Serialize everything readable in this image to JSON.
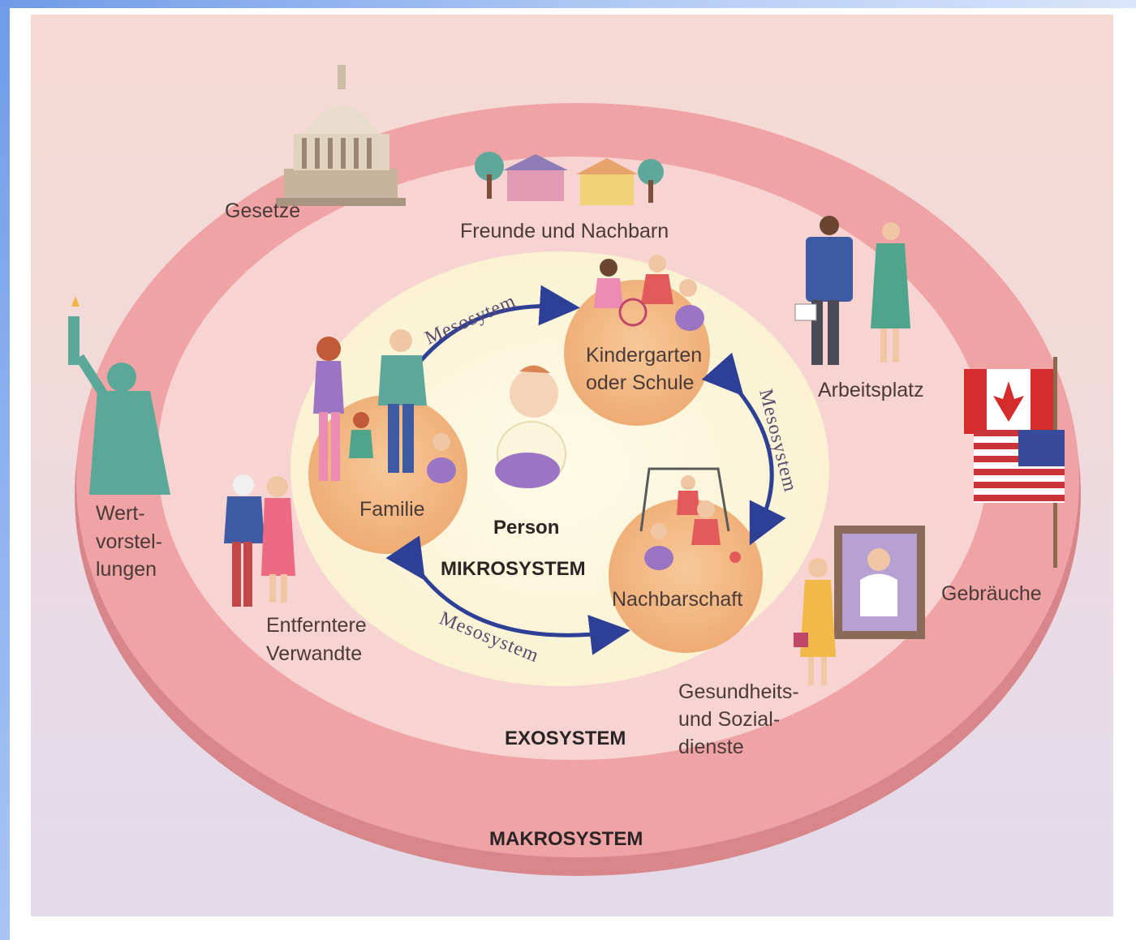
{
  "diagram": {
    "systems": {
      "mikro": "MIKROSYSTEM",
      "exo": "EXOSYSTEM",
      "makro": "MAKROSYSTEM"
    },
    "center": "Person",
    "microsystem_nodes": {
      "familie": "Familie",
      "kindergarten": [
        "Kindergarten",
        "oder Schule"
      ],
      "nachbarschaft": "Nachbarschaft"
    },
    "mesosystem_labels": {
      "top": "Mesosytem",
      "right": "Mesosystem",
      "bottom": "Mesosystem"
    },
    "exosystem_labels": {
      "freunde": "Freunde und Nachbarn",
      "arbeitsplatz": "Arbeitsplatz",
      "verwandte": [
        "Entferntere",
        "Verwandte"
      ],
      "gesundheit": [
        "Gesundheits-",
        "und Sozial-",
        "dienste"
      ]
    },
    "makrosystem_labels": {
      "gesetze": "Gesetze",
      "werte": [
        "Wert-",
        "vorstel-",
        "lungen"
      ],
      "gebraeuche": "Gebräuche"
    },
    "colors": {
      "outer_ring": "#efa3a4",
      "outer_ring_edge": "#d8868a",
      "exo_disc": "#f7d3d2",
      "micro_disc": "#fbf5dc",
      "node_circle": "#f3b983",
      "arrow": "#2e3f96"
    },
    "icons": [
      "capitol-building-icon",
      "houses-icon",
      "business-people-icon",
      "statue-of-liberty-icon",
      "flags-icon",
      "portrait-icon",
      "family-icon",
      "children-icon",
      "baby-icon",
      "playground-icon",
      "relatives-icon",
      "woman-icon"
    ]
  }
}
